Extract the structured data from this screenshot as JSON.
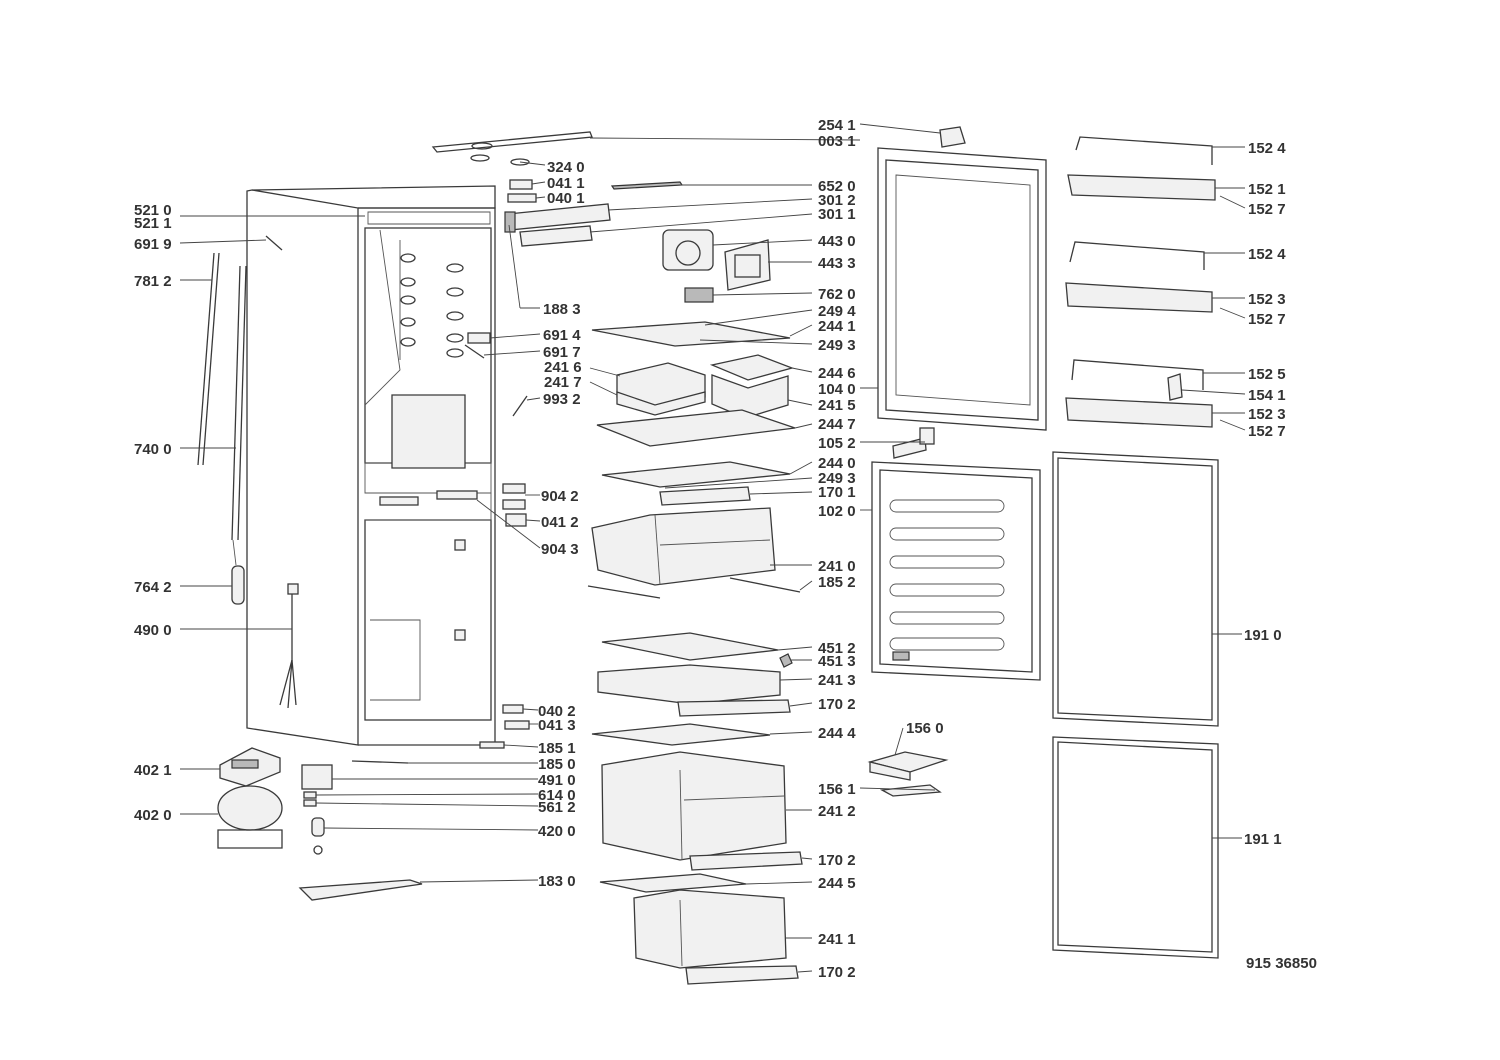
{
  "diagram_ref": "915 36850",
  "callouts": {
    "c2541": "254 1",
    "c0031": "003 1",
    "c3240": "324 0",
    "c0411": "041 1",
    "c0401": "040 1",
    "c6520": "652 0",
    "c3012": "301 2",
    "c3011": "301 1",
    "c4430": "443 0",
    "c4433": "443 3",
    "c7620": "762 0",
    "c2494": "249 4",
    "c2441": "244 1",
    "c2493": "249 3",
    "c2416": "241 6",
    "c2417": "241 7",
    "c2446": "244 6",
    "c1040": "104 0",
    "c2415": "241 5",
    "c2447": "244 7",
    "c1052": "105 2",
    "c2440": "244 0",
    "c2493b": "249 3",
    "c1701": "170 1",
    "c1020": "102 0",
    "c2410": "241 0",
    "c1852": "185 2",
    "c4512": "451 2",
    "c4513": "451 3",
    "c2413": "241 3",
    "c1702a": "170 2",
    "c2444": "244 4",
    "c1560": "156 0",
    "c1561": "156 1",
    "c2412": "241 2",
    "c1702b": "170 2",
    "c2445": "244 5",
    "c2411": "241 1",
    "c1702c": "170 2",
    "c5210": "521 0",
    "c5211": "521 1",
    "c6919": "691 9",
    "c7812": "781 2",
    "c7400": "740 0",
    "c7642": "764 2",
    "c4900": "490 0",
    "c4021": "402 1",
    "c4020": "402 0",
    "c1883": "188 3",
    "c6914": "691 4",
    "c6917": "691 7",
    "c9932": "993 2",
    "c9042": "904 2",
    "c0412": "041 2",
    "c9043": "904 3",
    "c0402": "040 2",
    "c0413": "041 3",
    "c1851": "185 1",
    "c1850": "185 0",
    "c4910": "491 0",
    "c6140": "614 0",
    "c5612": "561 2",
    "c4200": "420 0",
    "c1830": "183 0",
    "c1524a": "152 4",
    "c1521": "152 1",
    "c1527a": "152 7",
    "c1524b": "152 4",
    "c1523a": "152 3",
    "c1527b": "152 7",
    "c1525": "152 5",
    "c1541": "154 1",
    "c1523b": "152 3",
    "c1527c": "152 7",
    "c1910": "191 0",
    "c1911": "191 1"
  }
}
